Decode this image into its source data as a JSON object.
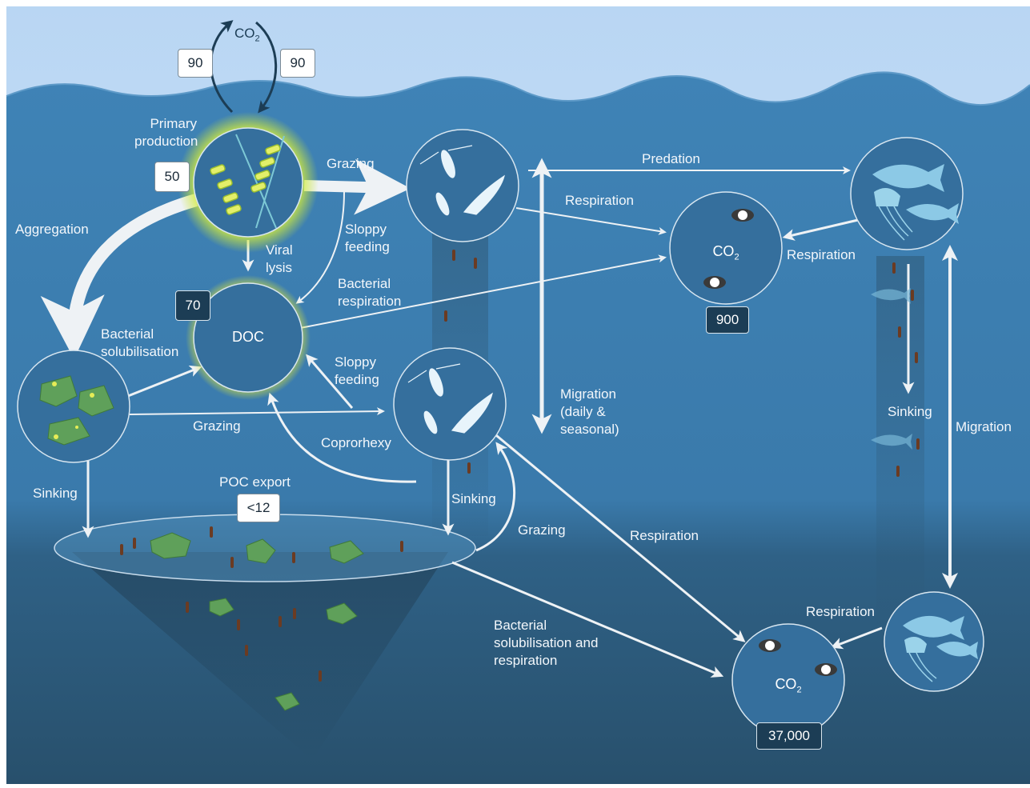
{
  "values": {
    "co2_uptake": "90",
    "co2_release": "90",
    "primary_production": "50",
    "doc": "70",
    "poc_export": "<12",
    "co2_surface_store": "900",
    "co2_deep_store": "37,000"
  },
  "labels": {
    "co2": "CO",
    "co2_sub": "2",
    "primary_production": "Primary\nproduction",
    "grazing_top": "Grazing",
    "predation": "Predation",
    "respiration_zoo": "Respiration",
    "respiration_fish": "Respiration",
    "aggregation": "Aggregation",
    "viral_lysis": "Viral\nlysis",
    "sloppy_feeding_top": "Sloppy\nfeeding",
    "bacterial_respiration": "Bacterial\nrespiration",
    "bacterial_solubilisation": "Bacterial\nsolubilisation",
    "doc_node": "DOC",
    "sloppy_feeding_mid": "Sloppy\nfeeding",
    "grazing_mid": "Grazing",
    "coprorhexy": "Coprorhexy",
    "migration_daily": "Migration\n(daily &\nseasonal)",
    "sinking_fish": "Sinking",
    "migration_fish": "Migration",
    "sinking_left": "Sinking",
    "poc_export": "POC export",
    "sinking_mid": "Sinking",
    "grazing_low": "Grazing",
    "respiration_deep": "Respiration",
    "respiration_deep_fish": "Respiration",
    "bacterial_sol_resp": "Bacterial\nsolubilisation and\nrespiration"
  },
  "colors": {
    "sky": "#c9e0f7",
    "surface_water": "#3f82b5",
    "deep_water": "#2c5673",
    "node_fill": "#356f9d",
    "arrow": "#eef2f5",
    "glow": "#b8d93a",
    "detritus": "#5fa05a",
    "fecal_pellet": "#6b3b22"
  },
  "icons": {
    "phytoplankton": "diatom-chain-icon",
    "zooplankton": "copepod-krill-icon",
    "fish": "fish-jellyfish-icon",
    "marine_snow": "aggregate-icon",
    "oxygen_molecule": "co2-molecule-icon"
  }
}
